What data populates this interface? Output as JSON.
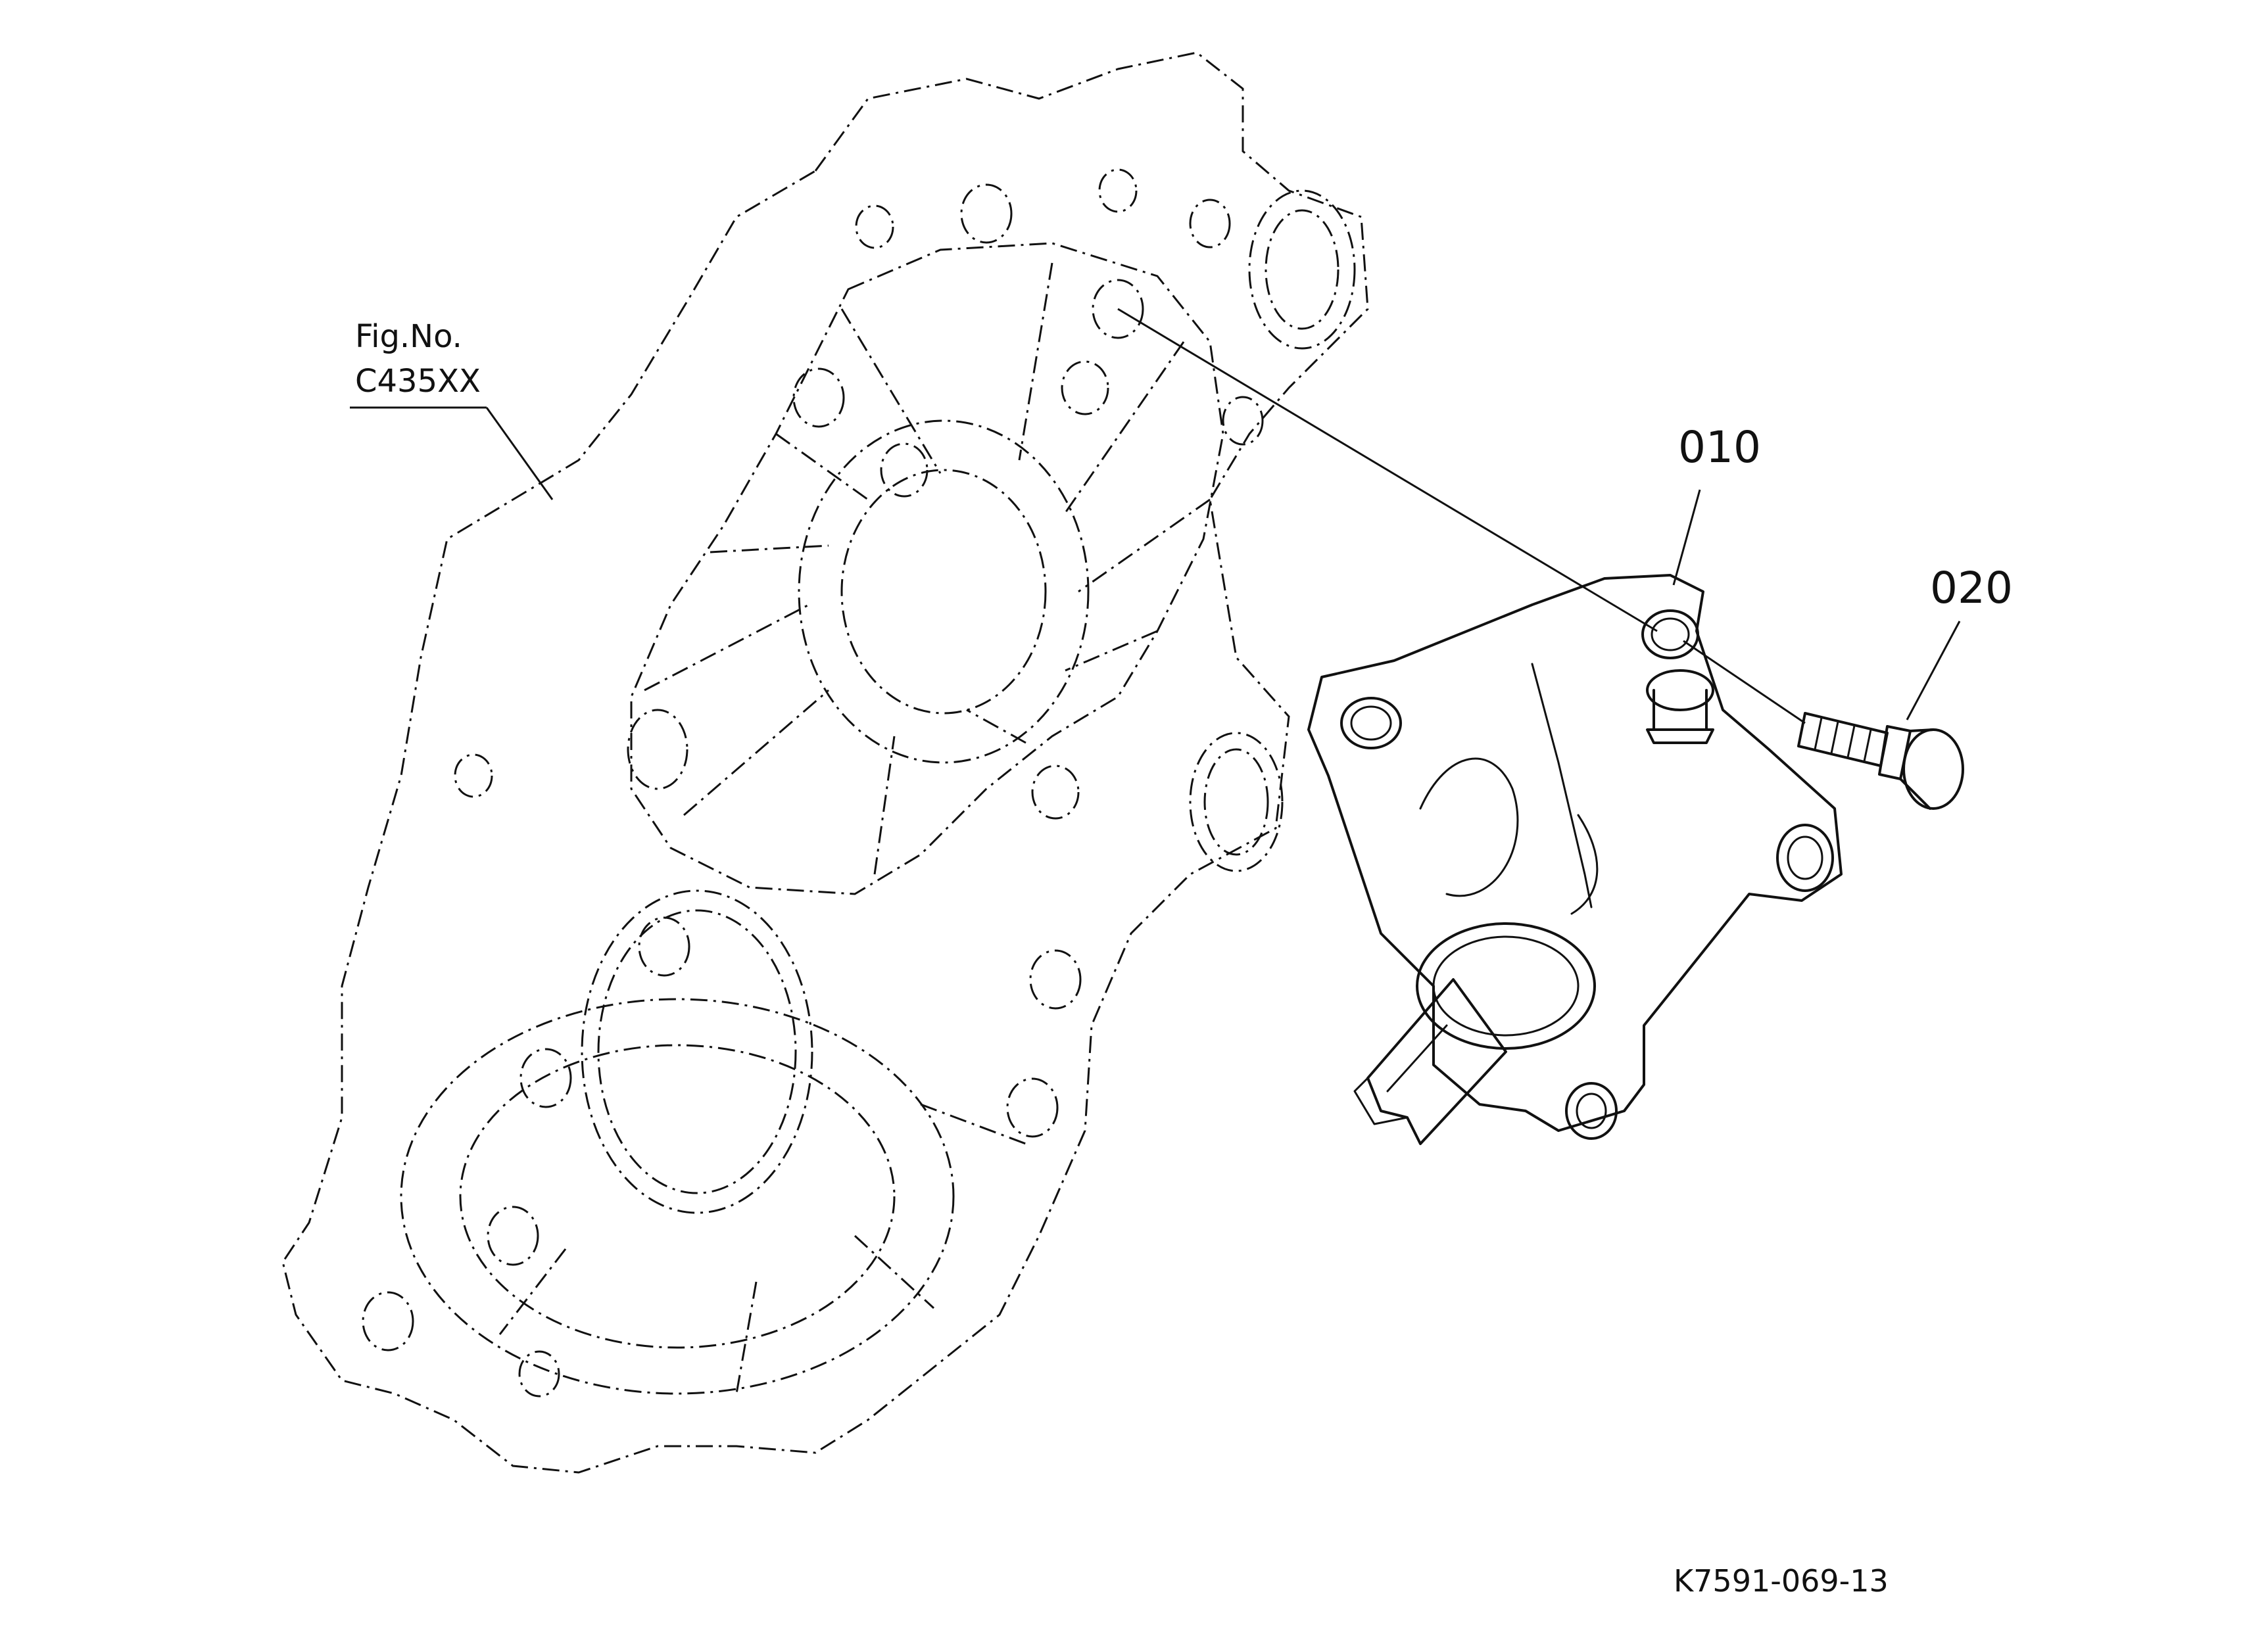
{
  "figure": {
    "label": "Fig.No.",
    "code": "C435XX"
  },
  "callouts": [
    {
      "id": "010"
    },
    {
      "id": "020"
    }
  ],
  "drawing_id": "K7591-069-13",
  "colors": {
    "background": "#ffffff",
    "line": "#111111"
  }
}
